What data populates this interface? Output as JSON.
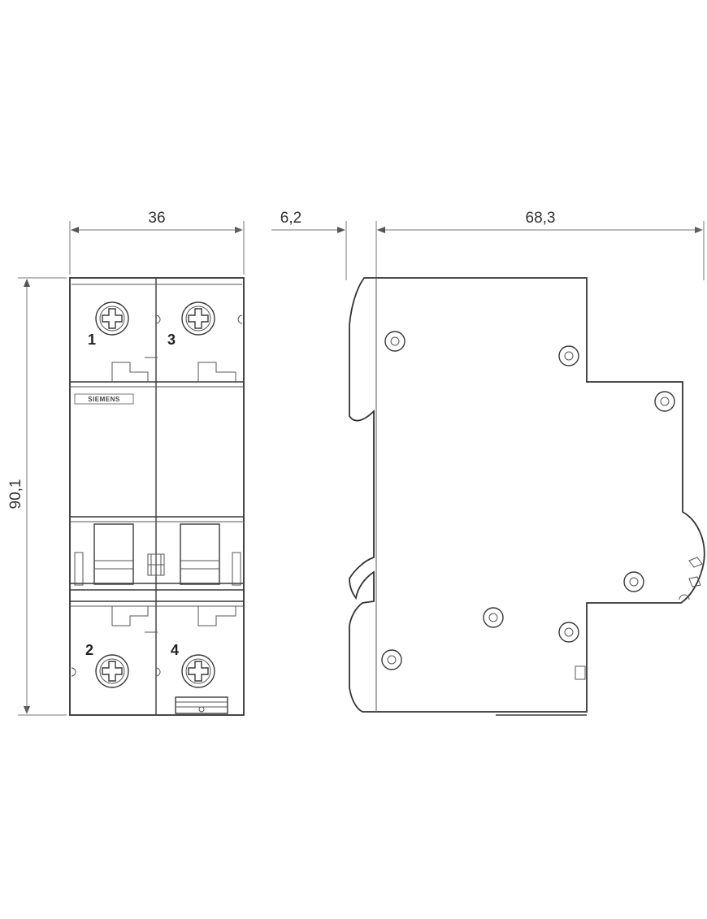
{
  "dimensions": {
    "front_width": "36",
    "height": "90,1",
    "rail_offset": "6,2",
    "depth": "68,3"
  },
  "terminals": {
    "t1": "1",
    "t2": "2",
    "t3": "3",
    "t4": "4"
  },
  "brand_label": "SIEMENS",
  "line_color": "#333333"
}
